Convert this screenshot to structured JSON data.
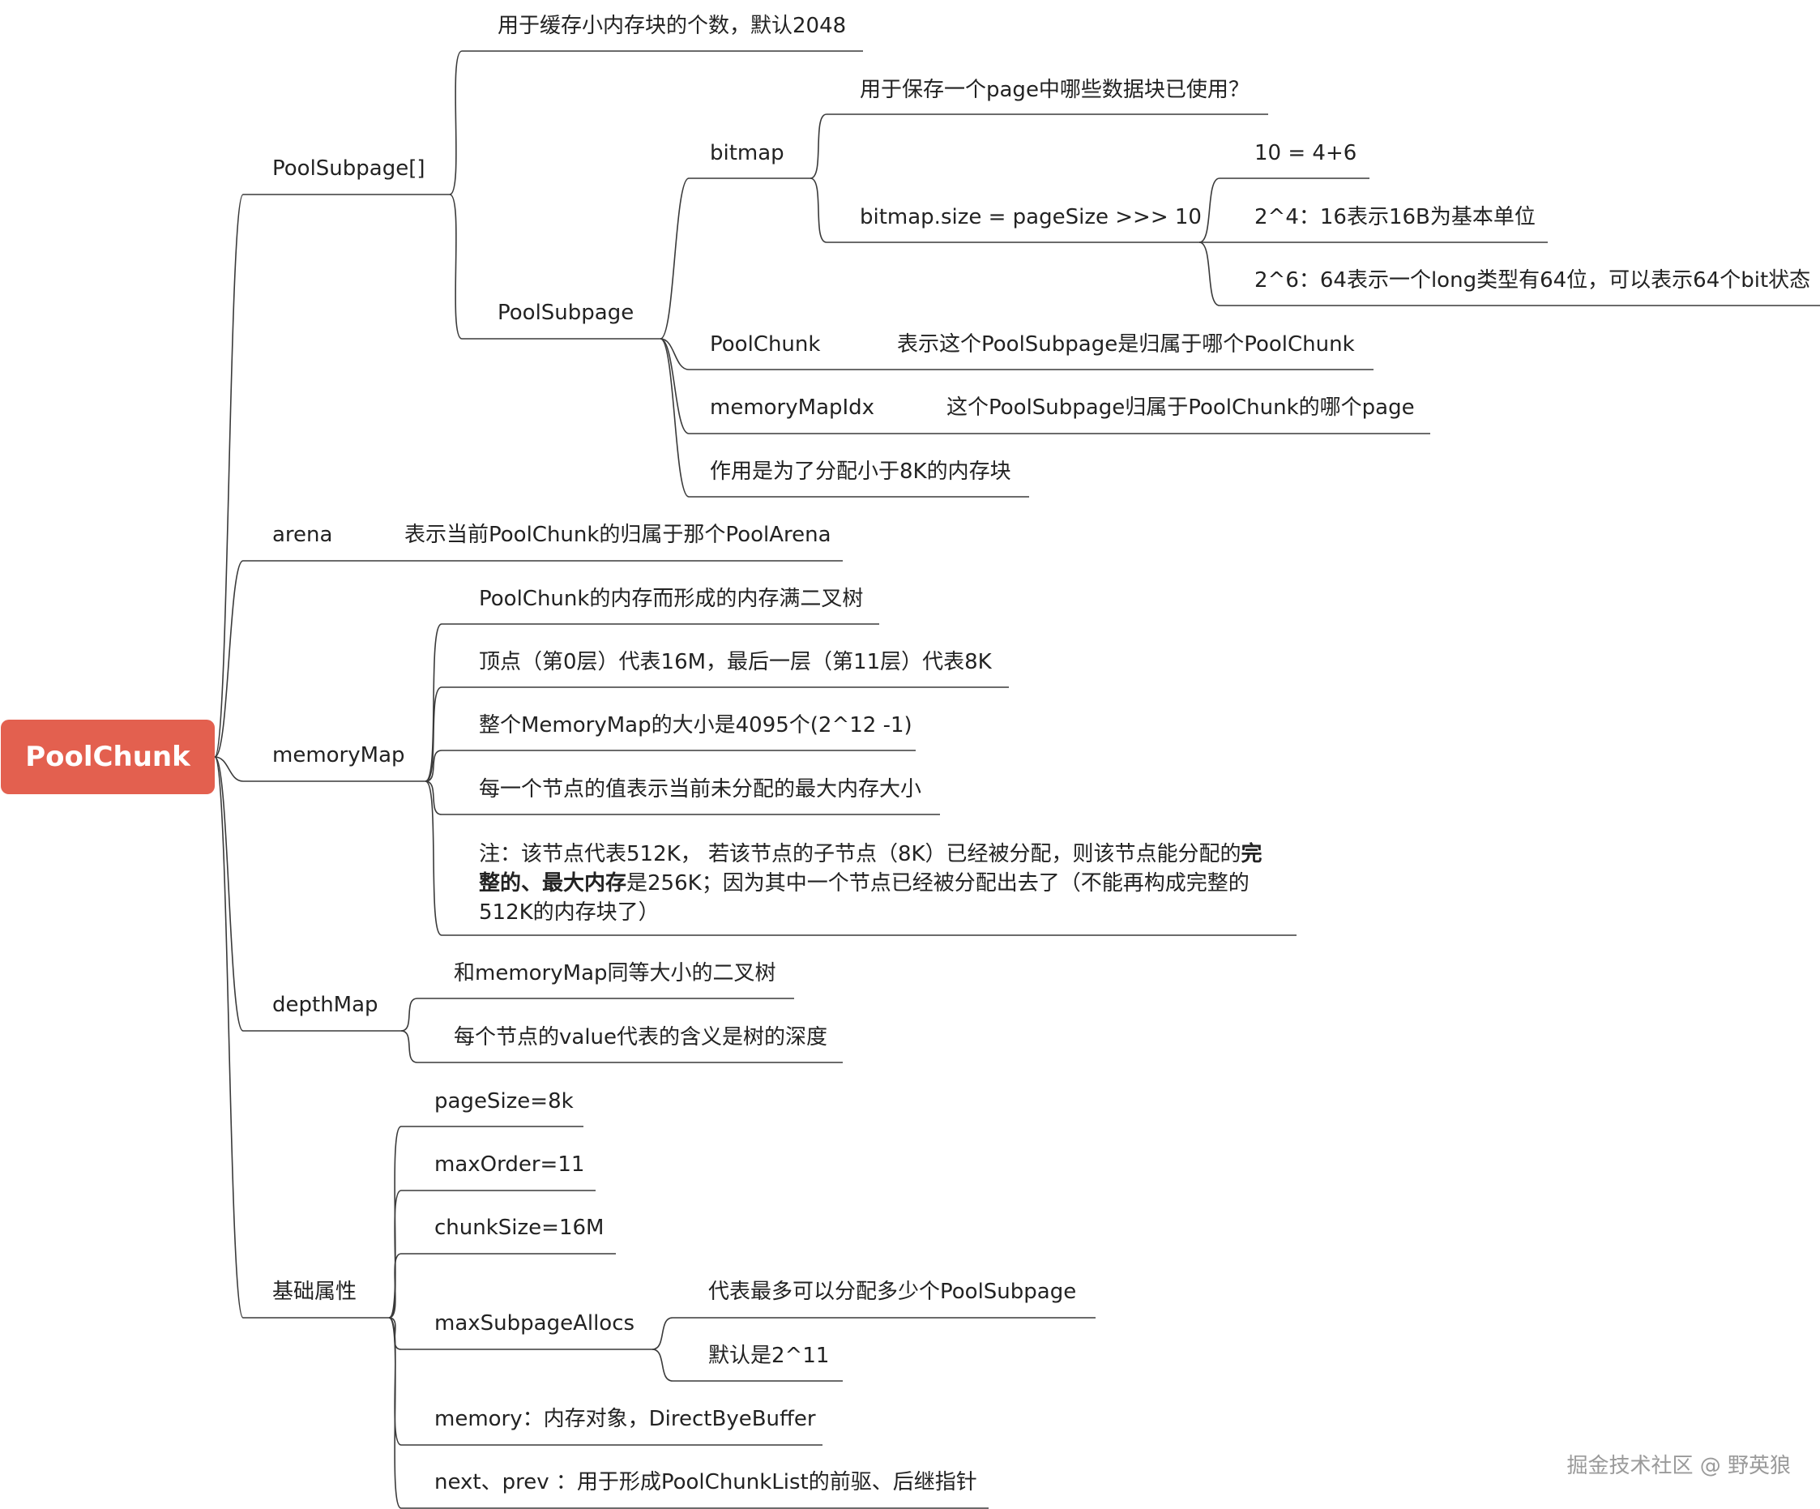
{
  "root": {
    "label": "PoolChunk"
  },
  "watermark": "掘金技术社区 @ 野英狼",
  "nodes": {
    "poolsubpage_arr": "PoolSubpage[]",
    "cache_count": "用于缓存小内存块的个数，默认2048",
    "poolsubpage": "PoolSubpage",
    "bitmap": "bitmap",
    "bitmap_desc": "用于保存一个page中哪些数据块已使用？",
    "bitmap_size": "bitmap.size = pageSize >>> 10",
    "eq_10": "10 = 4+6",
    "eq_2_4": "2^4：16表示16B为基本单位",
    "eq_2_6": "2^6：64表示一个long类型有64位，可以表示64个bit状态",
    "sub_poolchunk": "PoolChunk",
    "sub_poolchunk_desc": "表示这个PoolSubpage是归属于哪个PoolChunk",
    "sub_memorymapidx": "memoryMapIdx",
    "sub_memorymapidx_desc": "这个PoolSubpage归属于PoolChunk的哪个page",
    "sub_purpose": "作用是为了分配小于8K的内存块",
    "arena": "arena",
    "arena_desc": "表示当前PoolChunk的归属于那个PoolArena",
    "memorymap": "memoryMap",
    "mm_1": "PoolChunk的内存而形成的内存满二叉树",
    "mm_2": "顶点（第0层）代表16M，最后一层（第11层）代表8K",
    "mm_3": "整个MemoryMap的大小是4095个(2^12 -1)",
    "mm_4": "每一个节点的值表示当前未分配的最大内存大小",
    "mm_note_a": "注：该节点代表512K， 若该节点的子节点（8K）已经被分配，则该节点能分配的",
    "mm_note_b": "完整的、最大内存",
    "mm_note_c": "是256K；因为其中一个节点已经被分配出去了（不能再构成完整的512K的内存块了）",
    "depthmap": "depthMap",
    "dm_1": "和memoryMap同等大小的二叉树",
    "dm_2": "每个节点的value代表的含义是树的深度",
    "basic": "基础属性",
    "b_pagesize": "pageSize=8k",
    "b_maxorder": "maxOrder=11",
    "b_chunksize": "chunkSize=16M",
    "b_maxsubpage": "maxSubpageAllocs",
    "b_maxsubpage_1": "代表最多可以分配多少个PoolSubpage",
    "b_maxsubpage_2": "默认是2^11",
    "b_memory": "memory：内存对象，DirectByeBuffer",
    "b_nextprev": "next、prev ：用于形成PoolChunkList的前驱、后继指针"
  },
  "colors": {
    "root_fill": "#e3604f",
    "line": "#3a3a3a",
    "text": "#222222"
  }
}
